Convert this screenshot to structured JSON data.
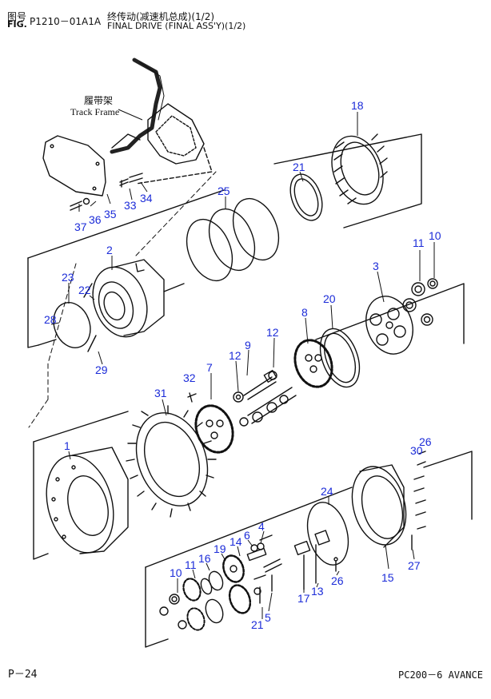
{
  "header": {
    "fig_cn": "图号",
    "fig_en": "FIG.",
    "fig_number": "P1210－01A1A",
    "title_cn": "终传动(减速机总成)(1/2)",
    "title_en": "FINAL DRIVE (FINAL ASS'Y)(1/2)"
  },
  "track_frame": {
    "cn": "履带架",
    "en": "Track Frame"
  },
  "callouts": [
    "18",
    "21",
    "25",
    "11",
    "10",
    "2",
    "23",
    "22",
    "28",
    "29",
    "3",
    "20",
    "8",
    "12",
    "9",
    "12",
    "7",
    "32",
    "31",
    "1",
    "26",
    "30",
    "24",
    "15",
    "27",
    "4",
    "6",
    "14",
    "19",
    "16",
    "11",
    "10",
    "17",
    "13",
    "26",
    "21",
    "5",
    "37",
    "36",
    "35",
    "33",
    "34"
  ],
  "footer": {
    "page": "P－24",
    "model": "PC200－6 AVANCE"
  },
  "colors": {
    "callout": "#1b2bd8",
    "line": "#111111"
  }
}
